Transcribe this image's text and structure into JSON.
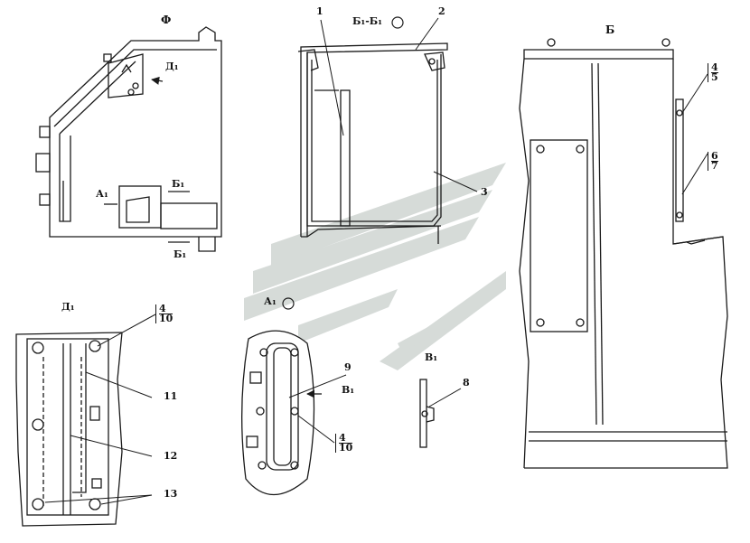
{
  "views": {
    "f": "Ф",
    "d1_ref": "Д₁",
    "a1_ref": "А₁",
    "b1_ref_top": "Б₁",
    "b1_ref_bottom": "Б₁",
    "section": "Б₁-Б₁",
    "b": "Б",
    "d1": "Д₁",
    "a1": "А₁",
    "v1_ref": "В₁",
    "v1": "В₁"
  },
  "callouts": {
    "c1": "1",
    "c2": "2",
    "c3": "3",
    "c45_top": "4",
    "c45_bottom": "5",
    "c67_top": "6",
    "c67_bottom": "7",
    "c8": "8",
    "c9": "9",
    "c410_a_top": "4",
    "c410_a_bottom": "10",
    "c410_b_top": "4",
    "c410_b_bottom": "10",
    "c11": "11",
    "c12": "12",
    "c13": "13"
  },
  "colors": {
    "line": "#1a1a1a",
    "watermark": "#c9cfcc"
  }
}
